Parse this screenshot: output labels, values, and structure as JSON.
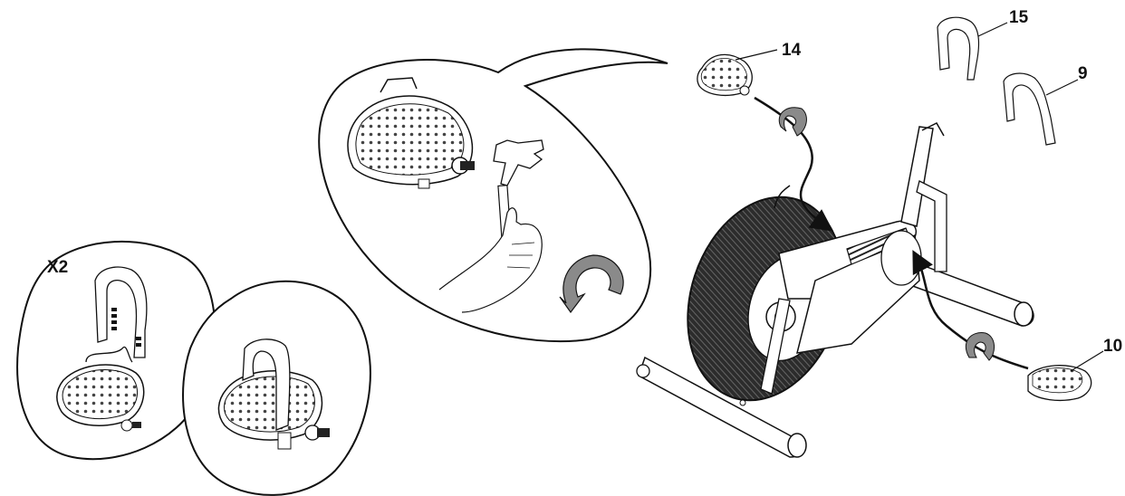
{
  "diagram": {
    "type": "assembly-instruction",
    "subject": "air exercise bike pedal and strap installation",
    "colors": {
      "line": "#111111",
      "background": "#ffffff",
      "arrow_fill": "#8a8a8a",
      "fan_dark": "#333333"
    },
    "labels": {
      "part_14": "14",
      "part_15": "15",
      "part_9": "9",
      "part_10": "10",
      "quantity": "X2"
    },
    "callouts": [
      {
        "id": "14",
        "part": "left pedal"
      },
      {
        "id": "10",
        "part": "right pedal"
      },
      {
        "id": "15",
        "part": "left pedal strap"
      },
      {
        "id": "9",
        "part": "right pedal strap"
      }
    ],
    "detail_views": [
      {
        "name": "wrench-tightening-detail",
        "description": "pedal threaded into crank with wrench, counter-clockwise rotation arrow"
      },
      {
        "name": "strap-attach-detail",
        "description": "strap threaded through pedal, quantity X2"
      },
      {
        "name": "strap-installed-detail",
        "description": "strap installed on pedal"
      }
    ]
  }
}
